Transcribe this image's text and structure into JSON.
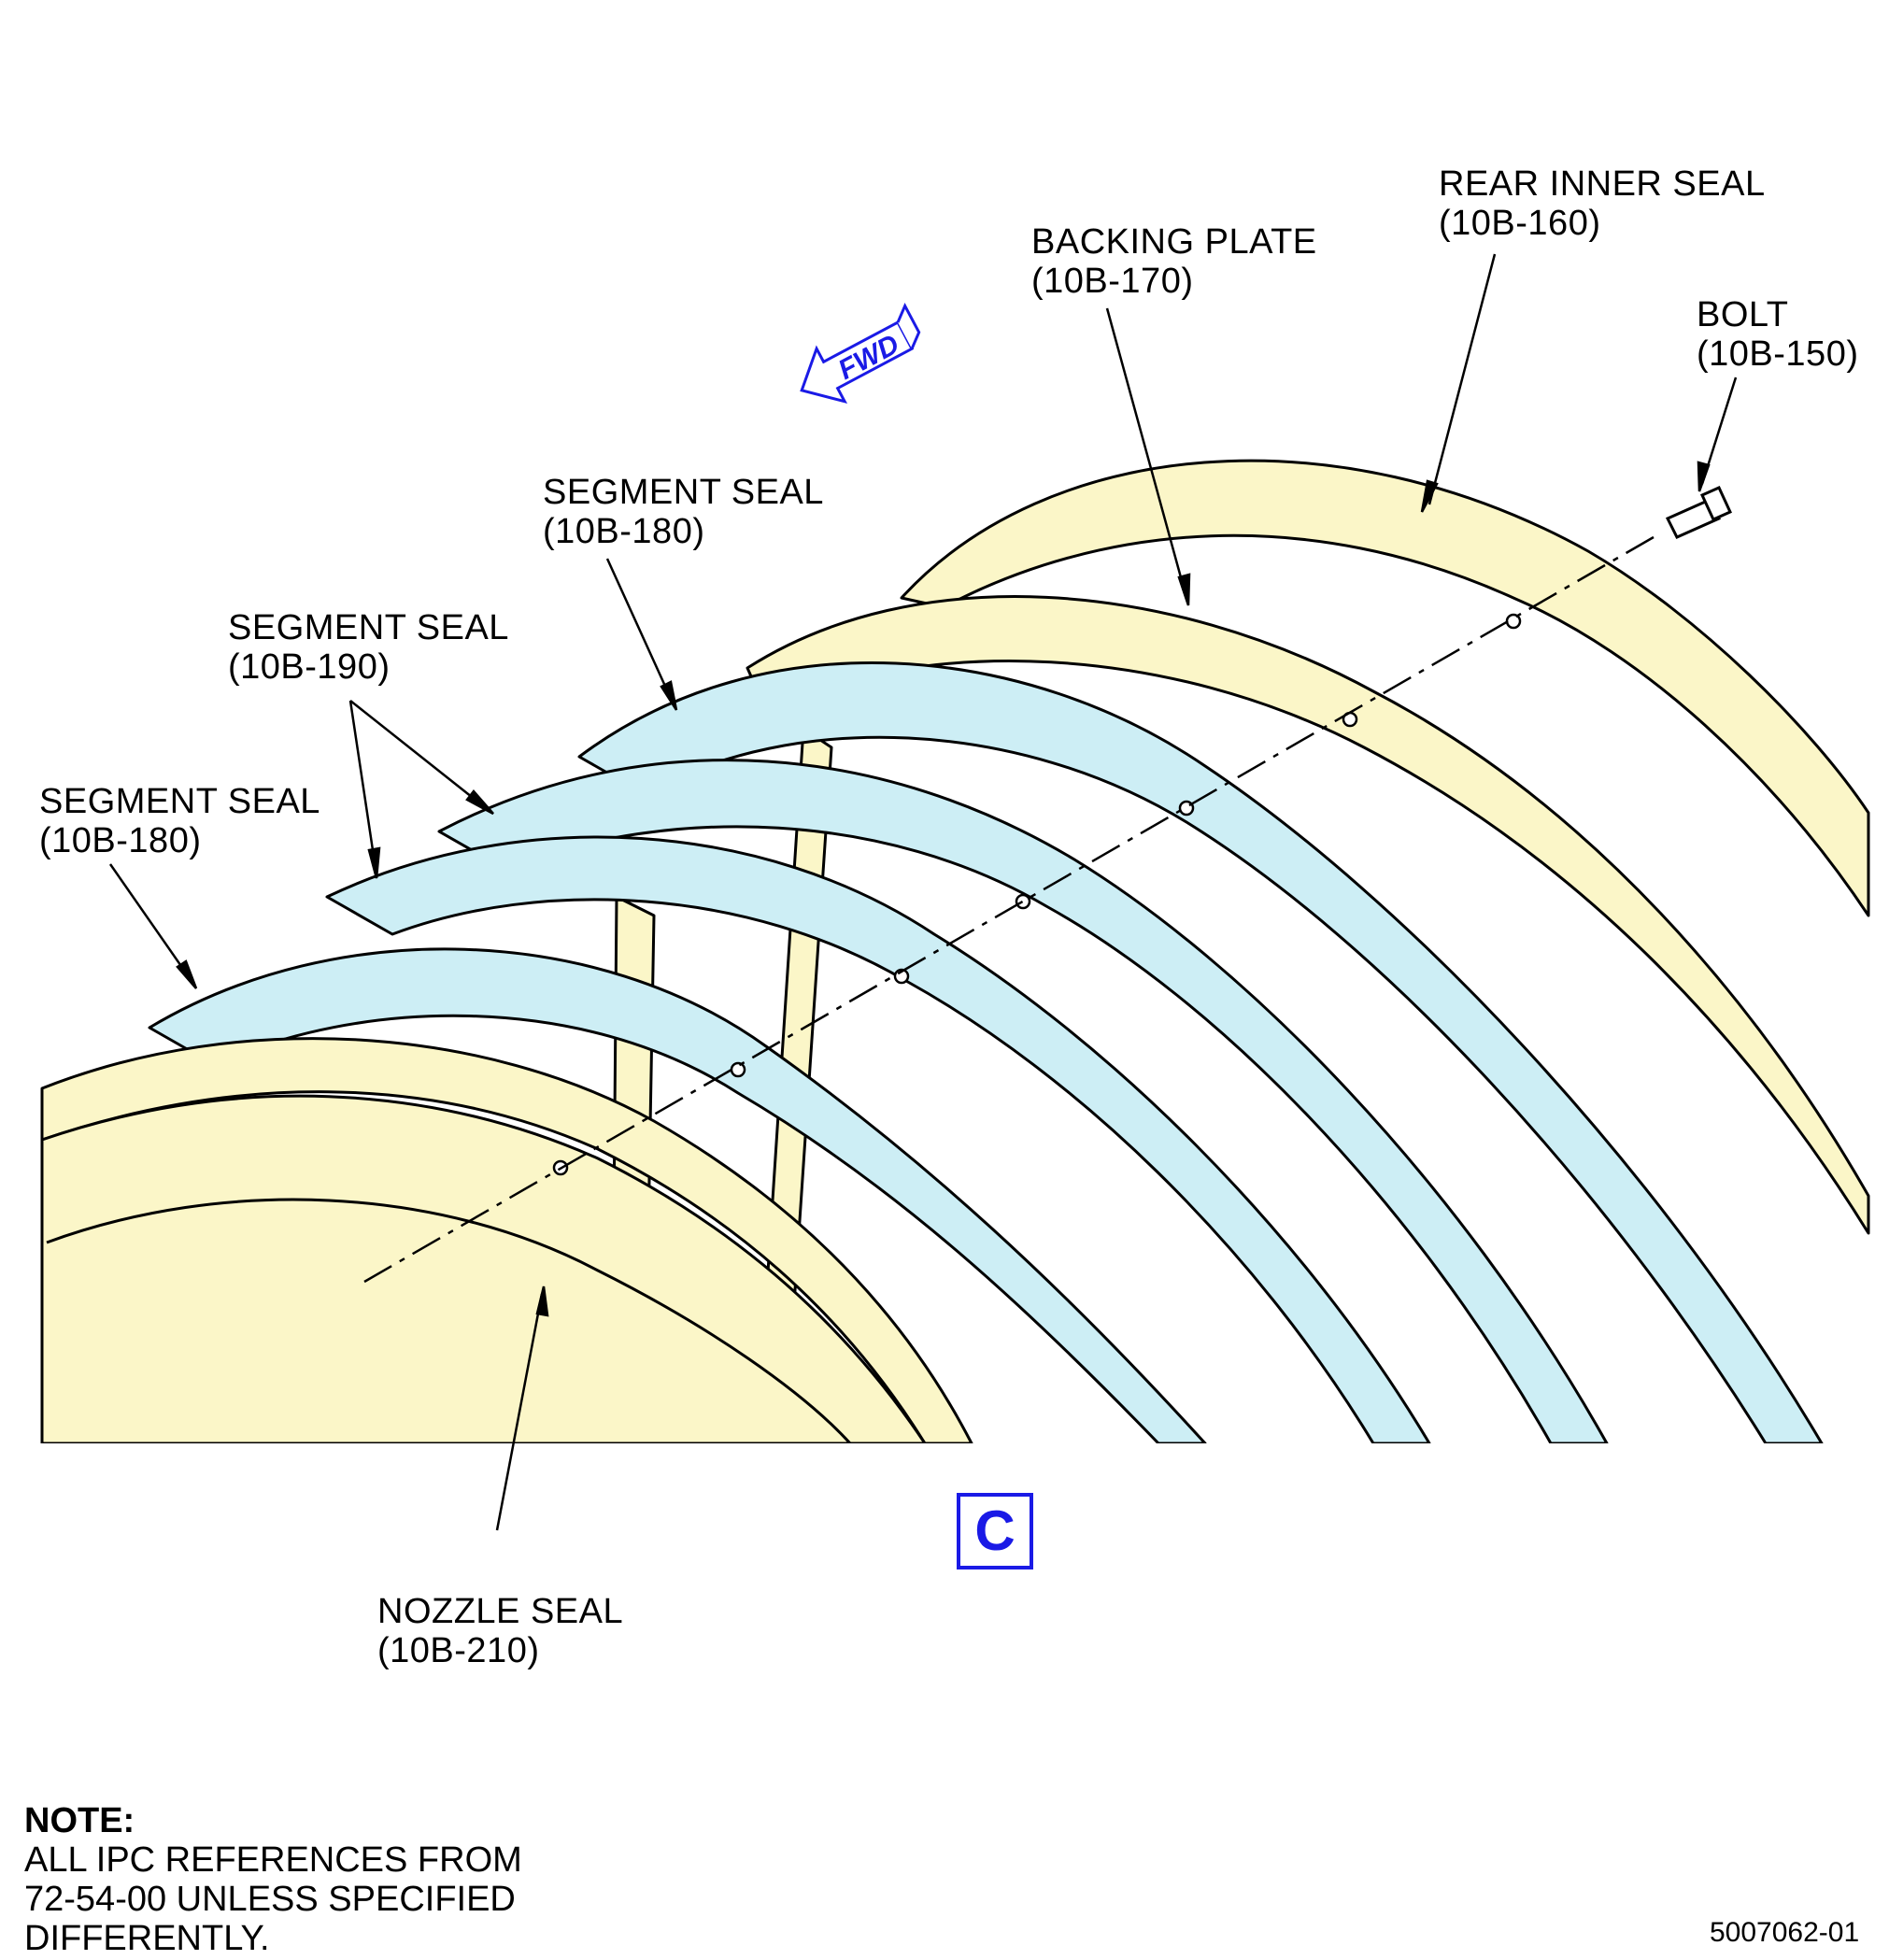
{
  "labels": {
    "rear_inner_seal": {
      "name": "REAR INNER SEAL",
      "ref": "(10B-160)"
    },
    "backing_plate": {
      "name": "BACKING PLATE",
      "ref": "(10B-170)"
    },
    "bolt": {
      "name": "BOLT",
      "ref": "(10B-150)"
    },
    "segment_seal_top": {
      "name": "SEGMENT SEAL",
      "ref": "(10B-180)"
    },
    "segment_seal_mid": {
      "name": "SEGMENT SEAL",
      "ref": "(10B-190)"
    },
    "segment_seal_left": {
      "name": "SEGMENT SEAL",
      "ref": "(10B-180)"
    },
    "nozzle_seal": {
      "name": "NOZZLE SEAL",
      "ref": "(10B-210)"
    }
  },
  "direction_arrow": "FWD",
  "view_letter": "C",
  "note": {
    "title": "NOTE:",
    "lines": [
      "ALL IPC REFERENCES FROM",
      "72-54-00 UNLESS SPECIFIED",
      "DIFFERENTLY."
    ]
  },
  "figure_number": "5007062-01",
  "colors": {
    "yellow_part": "#fbf6c8",
    "blue_part": "#cdeef5",
    "line": "#000000",
    "accent_blue": "#1a1ae6"
  }
}
